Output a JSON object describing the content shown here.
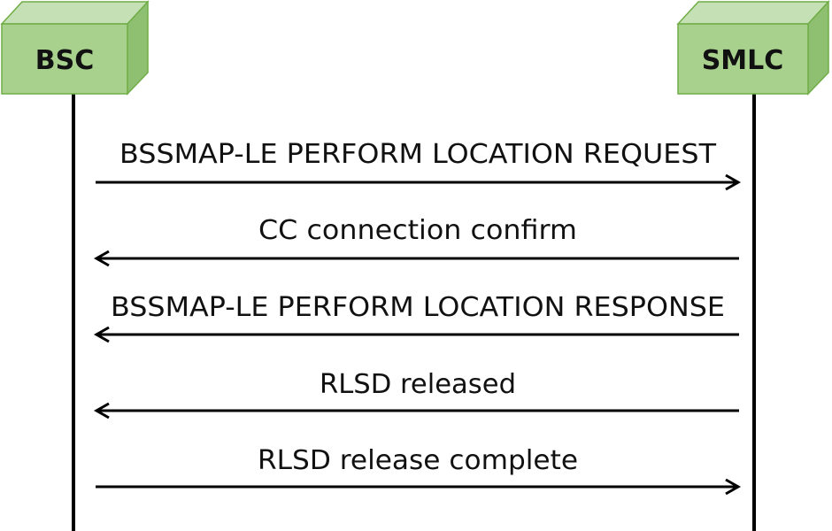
{
  "entities": {
    "left": {
      "label": "BSC"
    },
    "right": {
      "label": "SMLC"
    }
  },
  "colors": {
    "box_front": "#a9d18e",
    "box_top": "#c5e0b4",
    "box_side": "#8fbf70",
    "box_stroke": "#70ad47",
    "line": "#000000"
  },
  "messages": [
    {
      "label": "BSSMAP-LE PERFORM LOCATION REQUEST",
      "direction": "left-to-right"
    },
    {
      "label": "CC connection confirm",
      "direction": "right-to-left"
    },
    {
      "label": "BSSMAP-LE PERFORM LOCATION RESPONSE",
      "direction": "right-to-left"
    },
    {
      "label": "RLSD released",
      "direction": "right-to-left"
    },
    {
      "label": "RLSD release complete",
      "direction": "left-to-right"
    }
  ]
}
